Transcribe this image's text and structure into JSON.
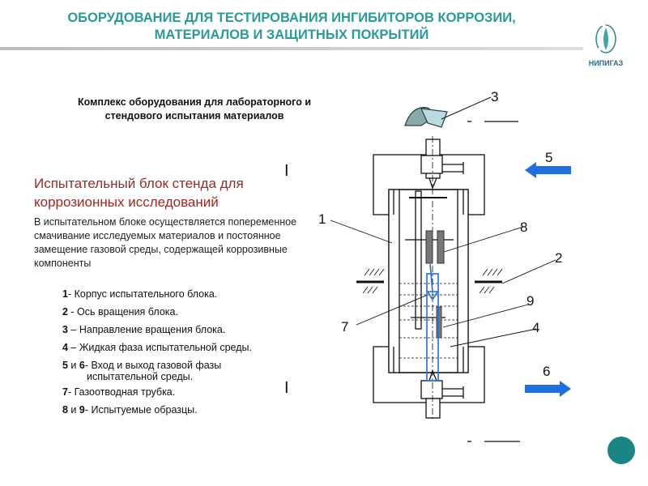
{
  "title": {
    "line1": "ОБОРУДОВАНИЕ ДЛЯ ТЕСТИРОВАНИЯ ИНГИБИТОРОВ КОРРОЗИИ,",
    "line2": "МАТЕРИАЛОВ И ЗАЩИТНЫХ ПОКРЫТИЙ"
  },
  "logo": {
    "text": "НИПИГАЗ"
  },
  "subtitle": {
    "line1": "Комплекс оборудования для лабораторного и",
    "line2": "стендового испытания материалов"
  },
  "heading": {
    "line1": "Испытательный блок стенда для",
    "line2": "коррозионных исследований"
  },
  "description": "В испытательном блоке  осуществляется попеременное смачивание исследуемых материалов и постоянное замещение газовой среды, содержащей коррозивные компоненты",
  "legend": [
    {
      "num": "1",
      "text": "- Корпус испытательного блока."
    },
    {
      "num": "2",
      "text": " -  Ось вращения блока."
    },
    {
      "num": "3",
      "text": " – Направление вращения блока."
    },
    {
      "num": "4",
      "text": " – Жидкая фаза испытательной среды."
    },
    {
      "num": "5",
      "mid": " и ",
      "num2": "6",
      "text": "- Вход и выход газовой фазы",
      "cont": "испытательной среды."
    },
    {
      "num": "7",
      "text": "- Газоотводная трубка."
    },
    {
      "num": "8",
      "mid": " и ",
      "num2": "9",
      "text": "- Испытуемые образцы."
    }
  ],
  "diagram": {
    "labels": {
      "l1": "1",
      "l2": "2",
      "l3": "3",
      "l4": "4",
      "l5": "5",
      "l6": "6",
      "l7": "7",
      "l8": "8",
      "l9": "9"
    },
    "bar": "I",
    "dash": "-"
  },
  "colors": {
    "title": "#2a9a9a",
    "heading": "#9a2a22",
    "arrow": "#1f6fe0",
    "circle": "#1a8585"
  }
}
